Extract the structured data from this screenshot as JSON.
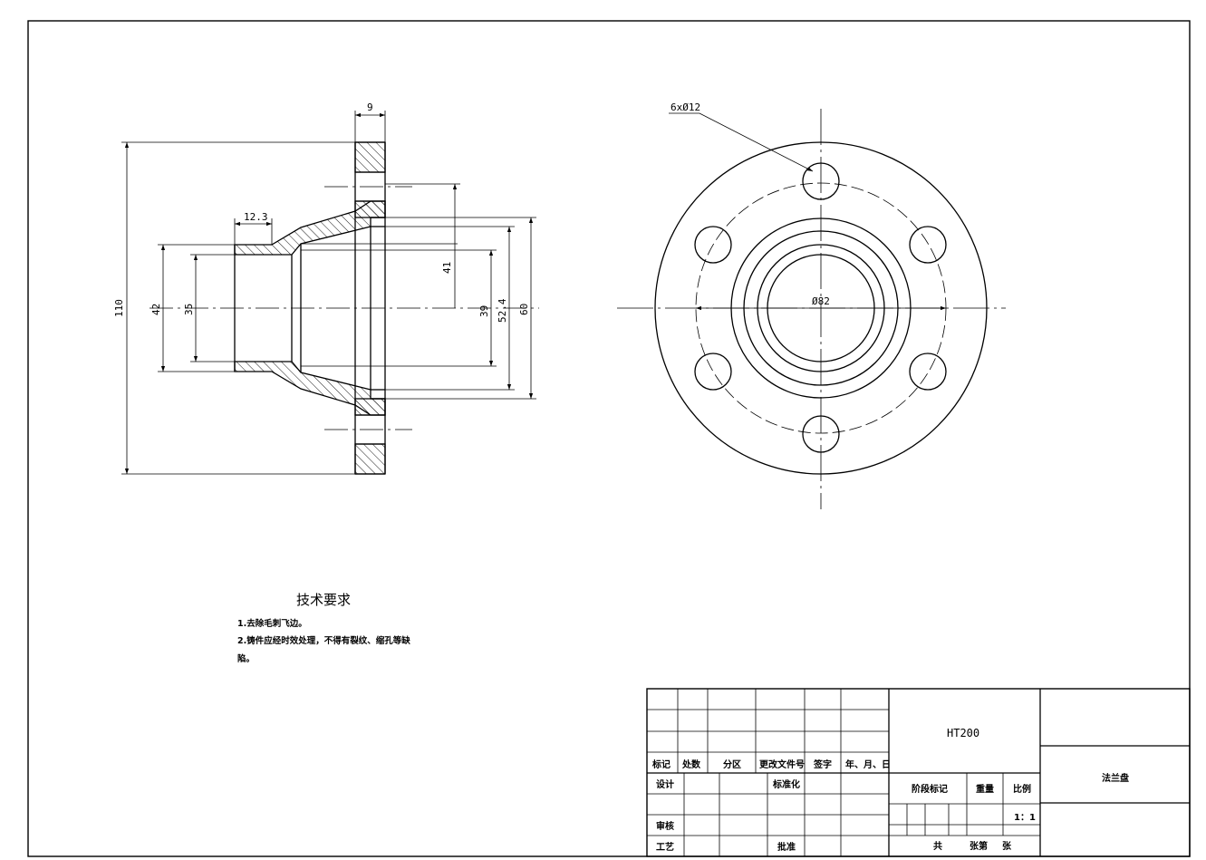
{
  "front_view": {
    "dims": {
      "flange_thickness": "9",
      "hub_length": "12.3",
      "overall_diameter": "110",
      "hub_outer": "42",
      "bore": "35",
      "flange_inner_41": "41",
      "bore_39": "39",
      "recess_52_4": "52.4",
      "recess_60": "60"
    }
  },
  "side_view": {
    "hole_callout": "6xØ12",
    "pcd_label": "Ø82"
  },
  "notes": {
    "title": "技术要求",
    "line1": "1.去除毛刺飞边。",
    "line2": "2.铸件应经时效处理，不得有裂纹、缩孔等缺",
    "line3": "陷。"
  },
  "title_block": {
    "headers": {
      "mark": "标记",
      "count": "处数",
      "zone": "分区",
      "change_doc": "更改文件号",
      "sign": "签字",
      "date": "年、月、日"
    },
    "roles": {
      "design": "设计",
      "standardize": "标准化",
      "review": "审核",
      "process": "工艺",
      "approve": "批准"
    },
    "material": "HT200",
    "stage_mark": "阶段标记",
    "weight": "重量",
    "scale_label": "比例",
    "scale_value": "1：1",
    "sheet_total": "共",
    "sheet_count": "张第",
    "sheet_unit": "张",
    "part_name": "法兰盘"
  }
}
